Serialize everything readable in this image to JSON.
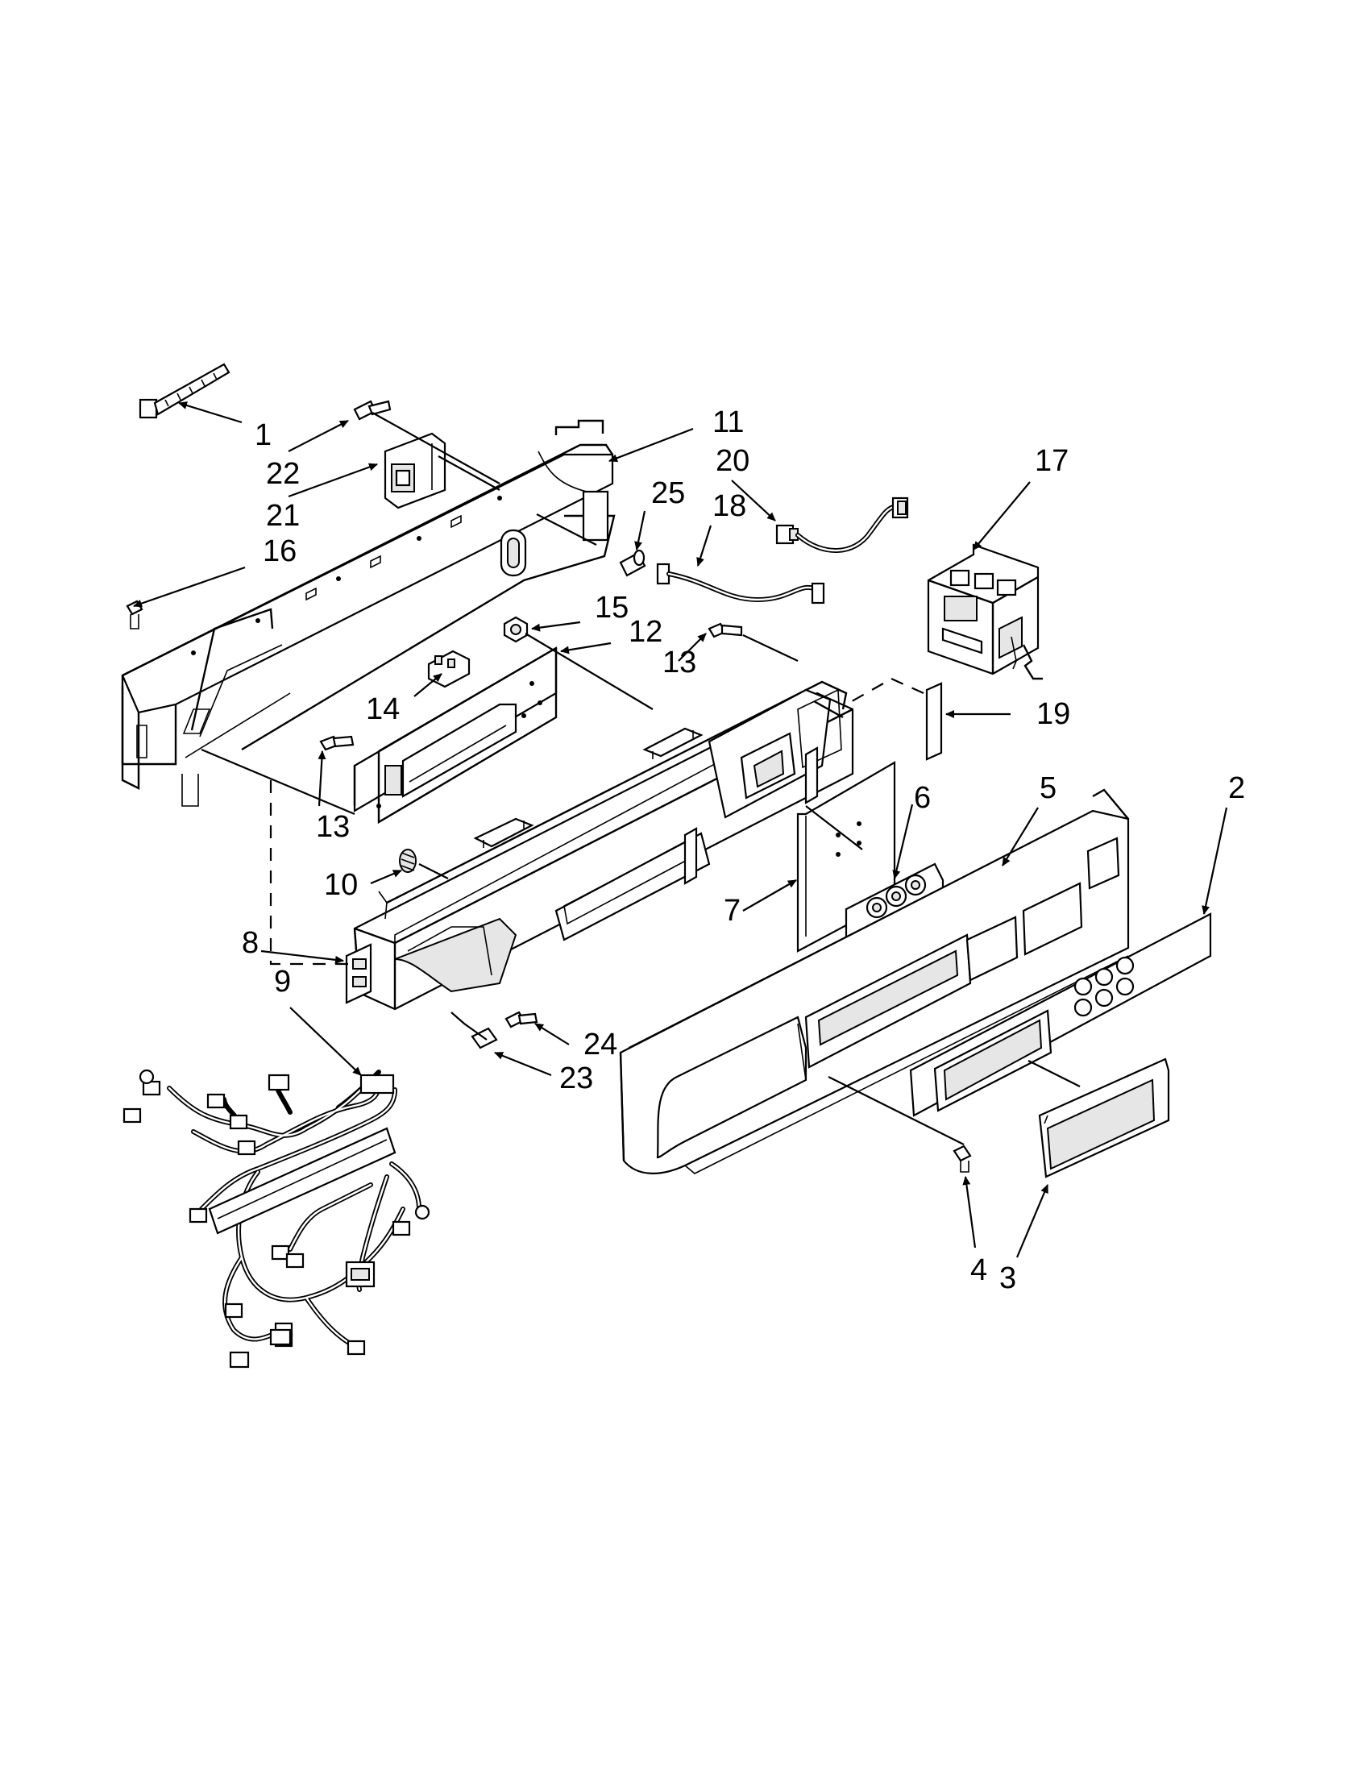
{
  "callouts": [
    {
      "id": "1",
      "label": "1"
    },
    {
      "id": "2",
      "label": "2"
    },
    {
      "id": "3",
      "label": "3"
    },
    {
      "id": "4",
      "label": "4"
    },
    {
      "id": "5",
      "label": "5"
    },
    {
      "id": "6",
      "label": "6"
    },
    {
      "id": "7",
      "label": "7"
    },
    {
      "id": "8",
      "label": "8"
    },
    {
      "id": "9",
      "label": "9"
    },
    {
      "id": "10",
      "label": "10"
    },
    {
      "id": "11",
      "label": "11"
    },
    {
      "id": "12",
      "label": "12"
    },
    {
      "id": "13a",
      "label": "13"
    },
    {
      "id": "13b",
      "label": "13"
    },
    {
      "id": "14",
      "label": "14"
    },
    {
      "id": "15",
      "label": "15"
    },
    {
      "id": "16",
      "label": "16"
    },
    {
      "id": "17",
      "label": "17"
    },
    {
      "id": "18",
      "label": "18"
    },
    {
      "id": "19",
      "label": "19"
    },
    {
      "id": "20",
      "label": "20"
    },
    {
      "id": "21",
      "label": "21"
    },
    {
      "id": "22",
      "label": "22"
    },
    {
      "id": "23",
      "label": "23"
    },
    {
      "id": "24",
      "label": "24"
    },
    {
      "id": "25",
      "label": "25"
    }
  ]
}
